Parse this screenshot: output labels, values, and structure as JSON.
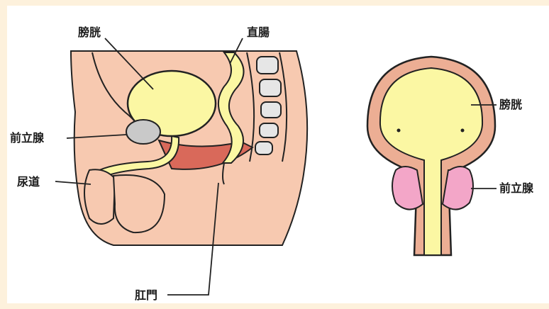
{
  "labels": {
    "side_bladder": "膀胱",
    "side_rectum": "直腸",
    "side_prostate": "前立腺",
    "side_urethra": "尿道",
    "side_anus": "肛門",
    "front_bladder": "膀胱",
    "front_prostate": "前立腺"
  },
  "colors": {
    "background": "#fdf1dc",
    "skin": "#f7c9b0",
    "skin_dark": "#ecae94",
    "yellow": "#fbf7a3",
    "muscle": "#d9695a",
    "prostate_pink": "#f3a6c8",
    "gray": "#c9c9c9",
    "outline": "#222222"
  }
}
